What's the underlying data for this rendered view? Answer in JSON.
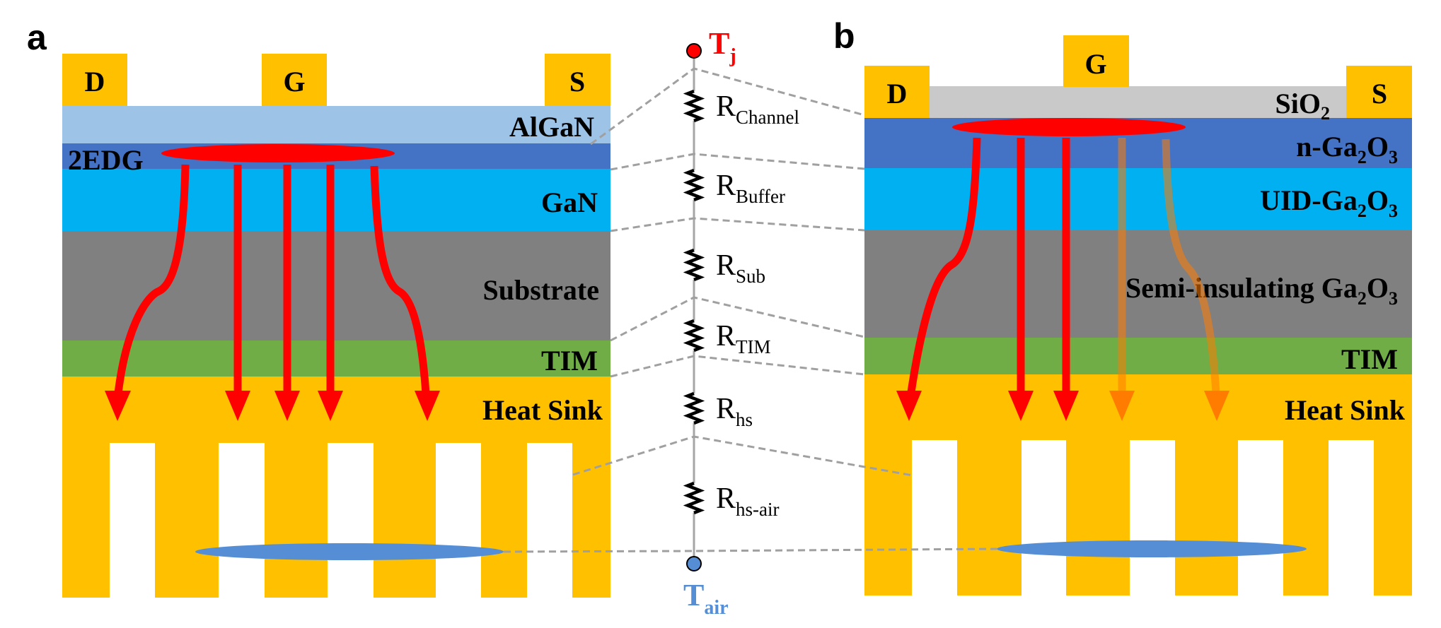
{
  "figure": {
    "colors": {
      "metal": "#FFC000",
      "algan": "#9DC3E6",
      "channel": "#4472C4",
      "buffer": "#00B0F0",
      "substrate": "#808080",
      "tim": "#70AD47",
      "heatsink": "#FFC000",
      "sio2": "#C9C9C9",
      "heat_ellipse": "#FF0000",
      "air_ellipse": "#558ED5",
      "arrow_red": "#FF0000",
      "arrow_orange": "#FF7C00",
      "tj": "#FF0000",
      "tair": "#558ED5"
    },
    "panel_a": {
      "letter": "a",
      "contacts": {
        "drain": "D",
        "gate": "G",
        "source": "S"
      },
      "layers": {
        "algan": "AlGaN",
        "channel": "2EDG",
        "buffer": "GaN",
        "substrate": "Substrate",
        "tim": "TIM",
        "heatsink": "Heat Sink"
      }
    },
    "panel_b": {
      "letter": "b",
      "contacts": {
        "drain": "D",
        "gate": "G",
        "source": "S"
      },
      "layers": {
        "sio2": {
          "base": "SiO",
          "sub": "2"
        },
        "channel": {
          "prefix": "n-Ga",
          "sub1": "2",
          "mid": "O",
          "sub2": "3"
        },
        "buffer": {
          "prefix": "UID-Ga",
          "sub1": "2",
          "mid": "O",
          "sub2": "3"
        },
        "substrate": {
          "prefix": "Semi-insulating Ga",
          "sub1": "2",
          "mid": "O",
          "sub2": "3"
        },
        "tim": "TIM",
        "heatsink": "Heat Sink"
      }
    },
    "network": {
      "top_node": {
        "base": "T",
        "sub": "j"
      },
      "bottom_node": {
        "base": "T",
        "sub": "air"
      },
      "resistors": [
        {
          "base": "R",
          "sub": "Channel"
        },
        {
          "base": "R",
          "sub": "Buffer"
        },
        {
          "base": "R",
          "sub": "Sub"
        },
        {
          "base": "R",
          "sub": "TIM"
        },
        {
          "base": "R",
          "sub": "hs"
        },
        {
          "base": "R",
          "sub": "hs-air"
        }
      ]
    }
  }
}
